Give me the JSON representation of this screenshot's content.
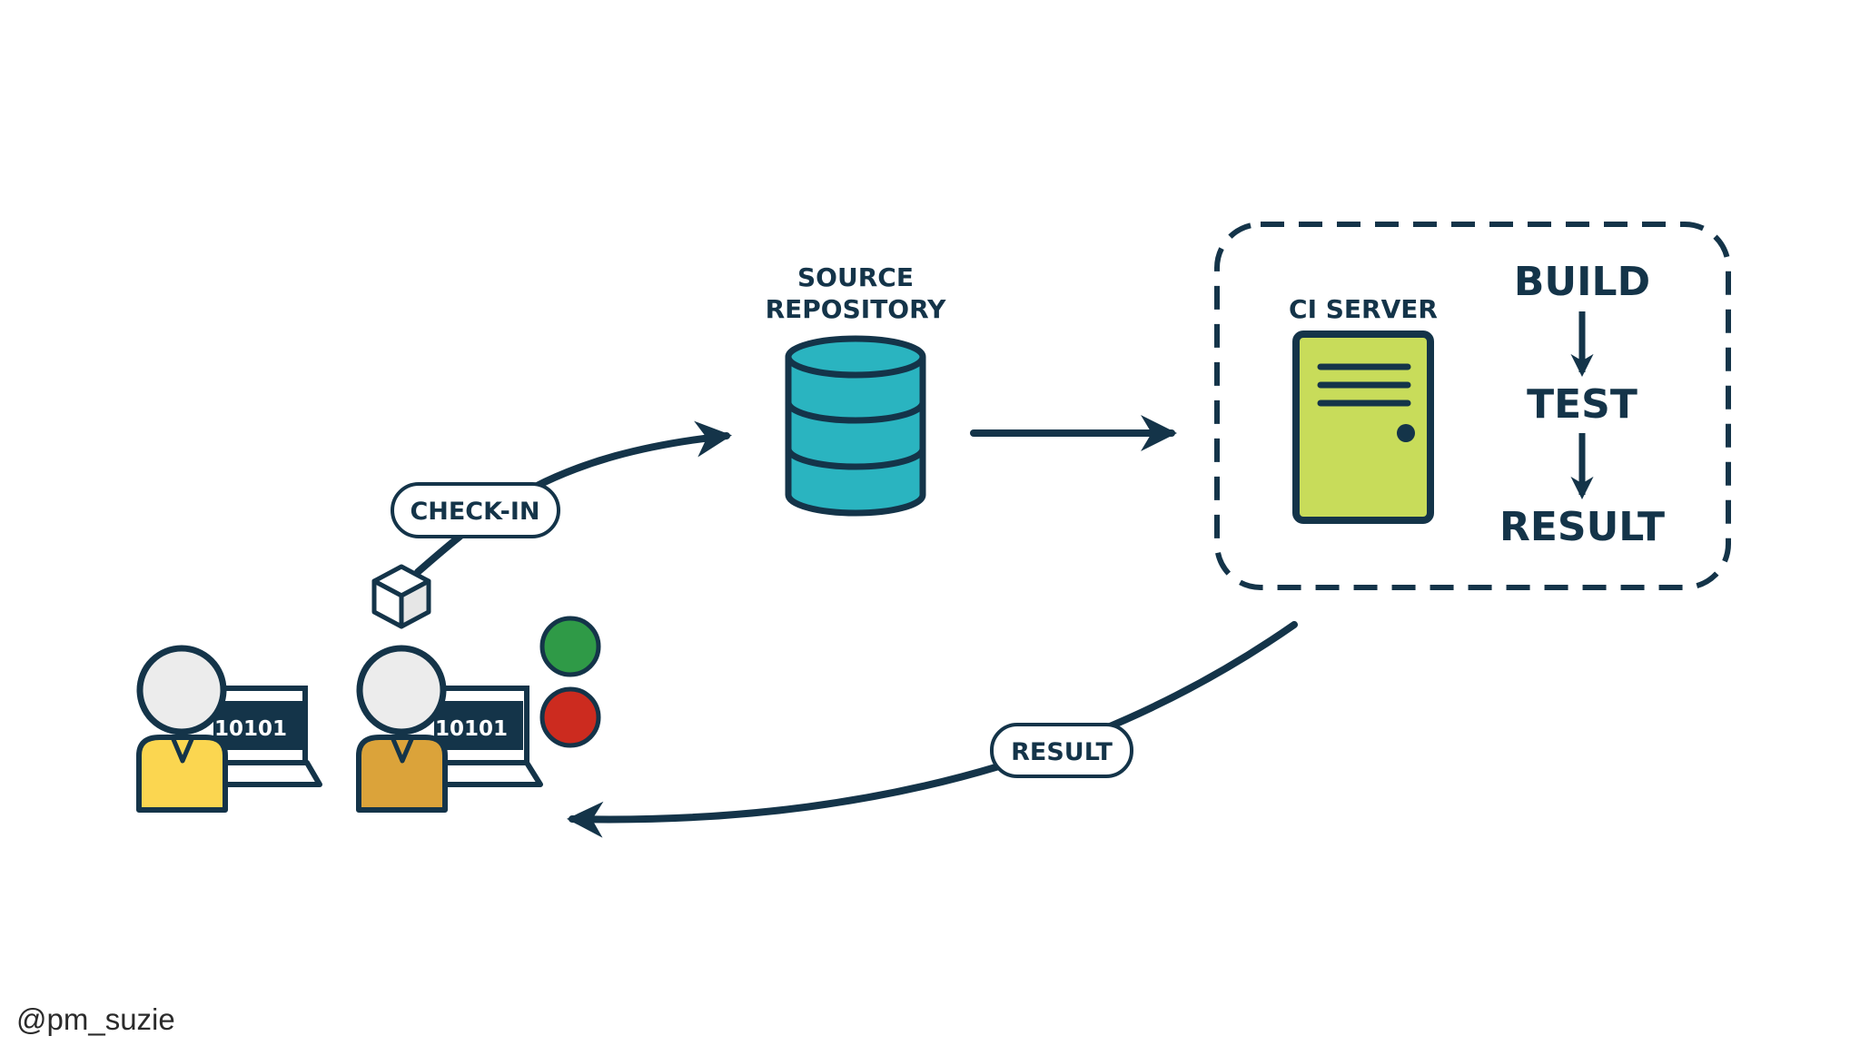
{
  "diagram": {
    "source_repository": {
      "line1": "SOURCE",
      "line2": "REPOSITORY"
    },
    "ci_server": {
      "label": "CI SERVER"
    },
    "pipeline": {
      "step1": "BUILD",
      "step2": "TEST",
      "step3": "RESULT"
    },
    "check_in": {
      "label": "CHECK-IN"
    },
    "result_feedback": {
      "label": "RESULT"
    },
    "developers": [
      {
        "screen_text": "10101"
      },
      {
        "screen_text": "10101"
      }
    ]
  },
  "footer": {
    "handle": "@pm_suzie"
  },
  "colors": {
    "ink": "#143449",
    "database": "#2ab4c0",
    "server": "#c8dc5a",
    "status_pass": "#2f9a47",
    "status_fail": "#cc2b1f",
    "developer_1_shirt": "#fbd650",
    "developer_2_shirt": "#dba33a",
    "head": "#ececec"
  }
}
